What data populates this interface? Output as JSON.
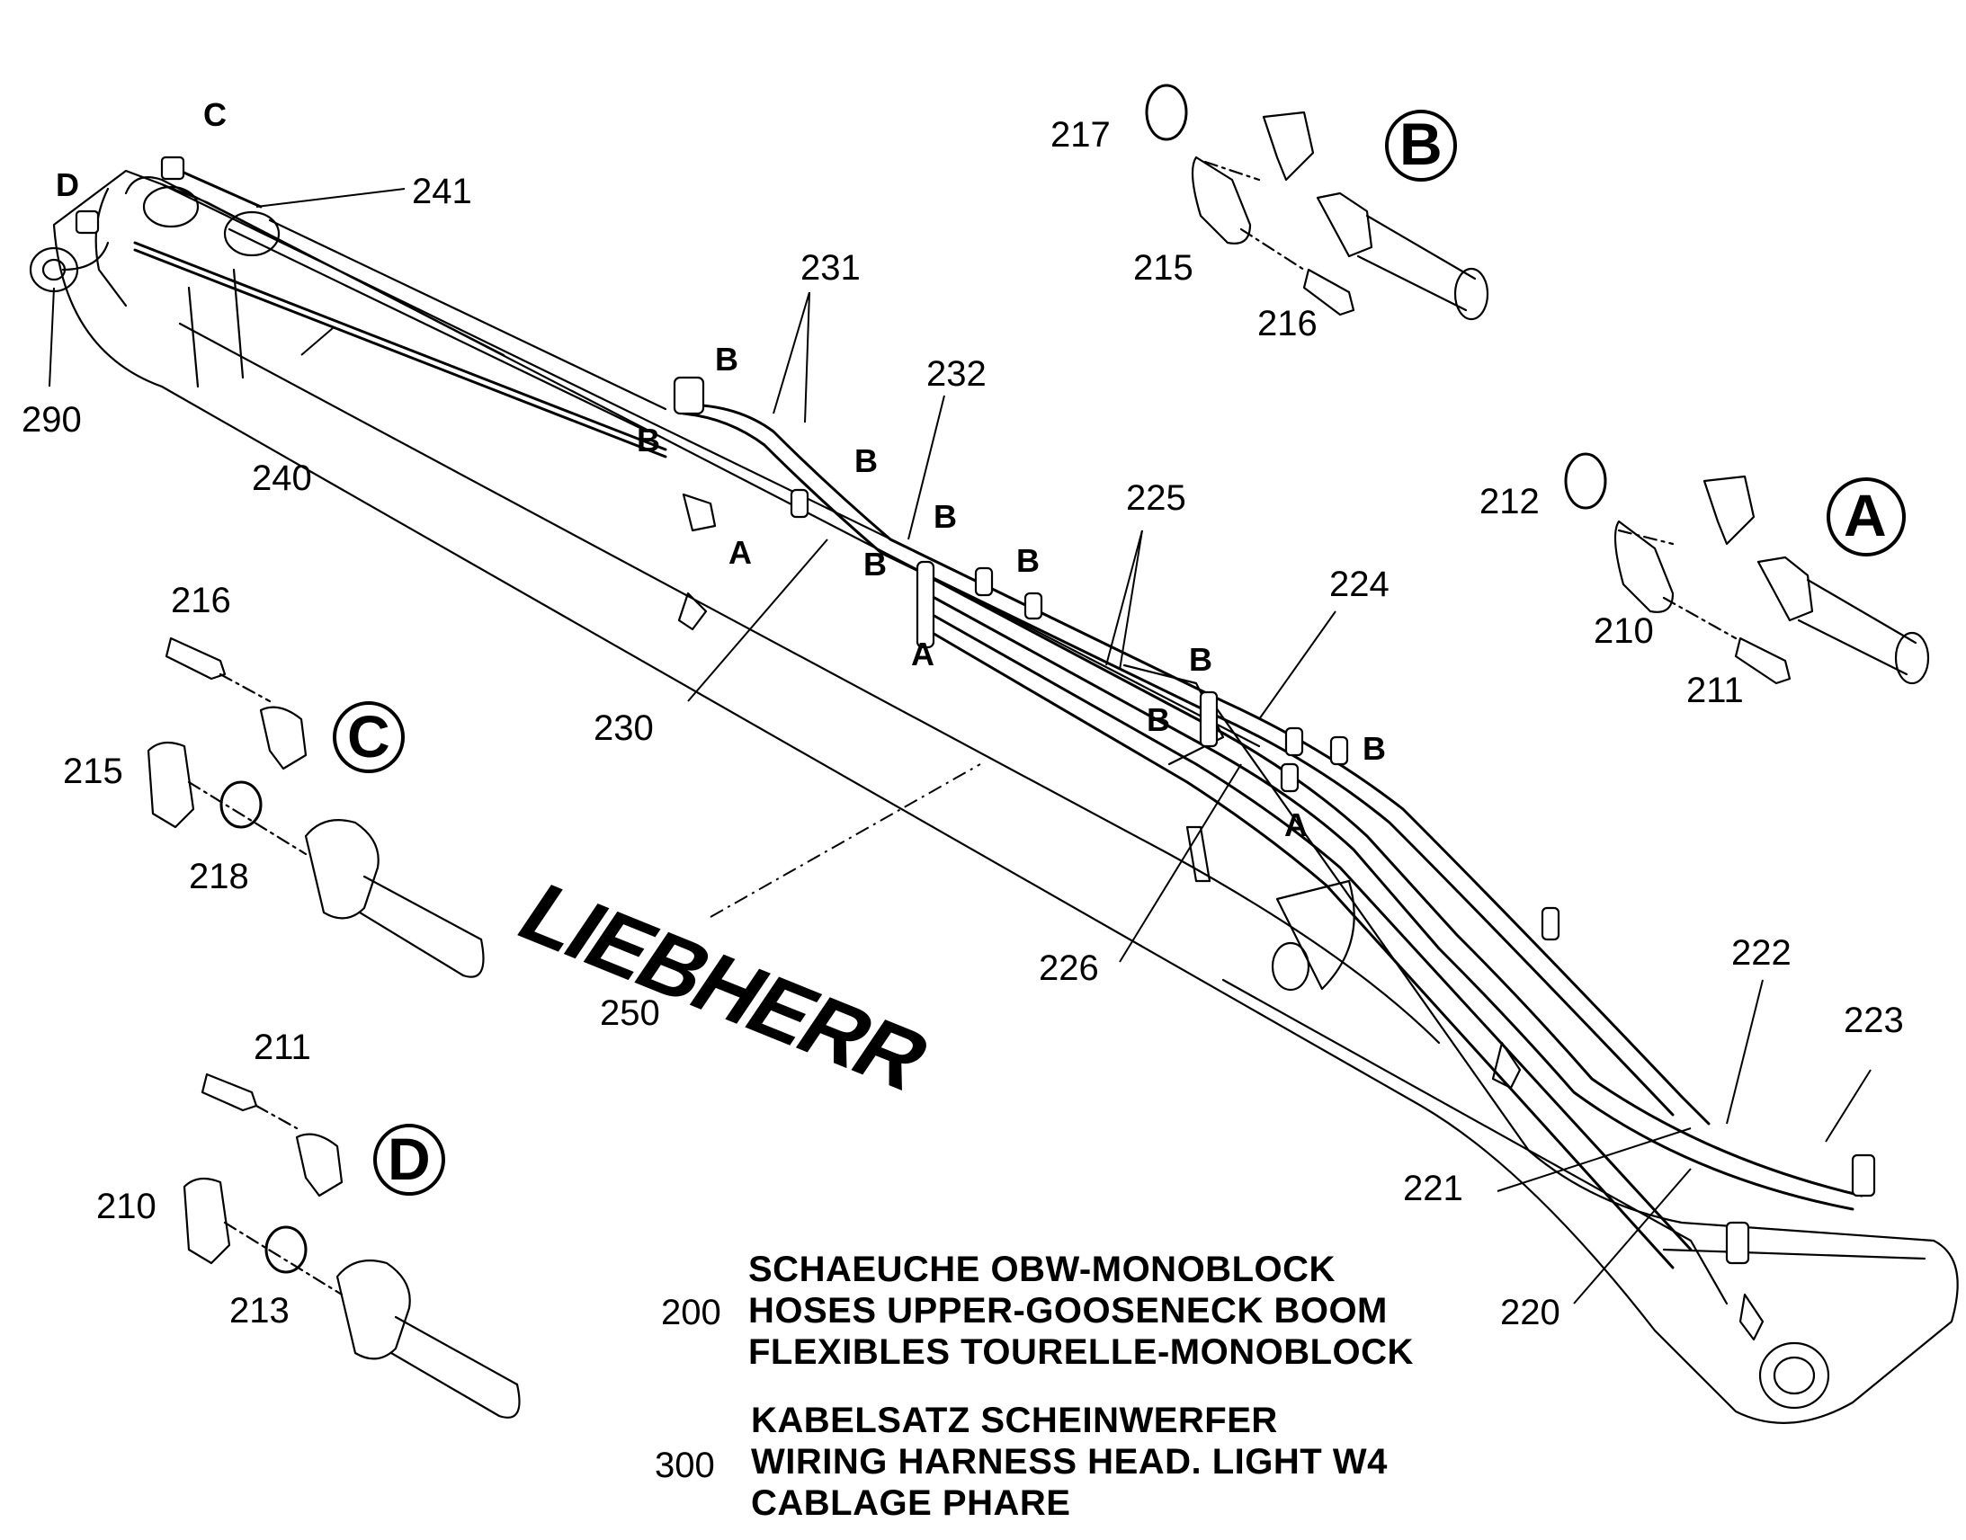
{
  "callouts": {
    "c200": "200",
    "c300": "300",
    "c210a": "210",
    "c210d": "210",
    "c211a": "211",
    "c211d": "211",
    "c212": "212",
    "c213": "213",
    "c215b": "215",
    "c215c": "215",
    "c216b": "216",
    "c216c": "216",
    "c217": "217",
    "c218": "218",
    "c220": "220",
    "c221": "221",
    "c222": "222",
    "c223": "223",
    "c224": "224",
    "c225": "225",
    "c226": "226",
    "c230": "230",
    "c231": "231",
    "c232": "232",
    "c240": "240",
    "c241": "241",
    "c250": "250",
    "c290": "290"
  },
  "letters": {
    "a": "A",
    "b": "B",
    "c": "C",
    "d": "D"
  },
  "detail_labels": {
    "a": "A",
    "b": "B",
    "c": "C",
    "d": "D"
  },
  "logo_text": "LIEBHERR",
  "group_200": {
    "de": "SCHAEUCHE OBW-MONOBLOCK",
    "en": "HOSES UPPER-GOOSENECK BOOM",
    "fr": "FLEXIBLES TOURELLE-MONOBLOCK"
  },
  "group_300": {
    "de": "KABELSATZ SCHEINWERFER",
    "en": "WIRING HARNESS HEAD. LIGHT W4",
    "fr": "CABLAGE PHARE"
  }
}
